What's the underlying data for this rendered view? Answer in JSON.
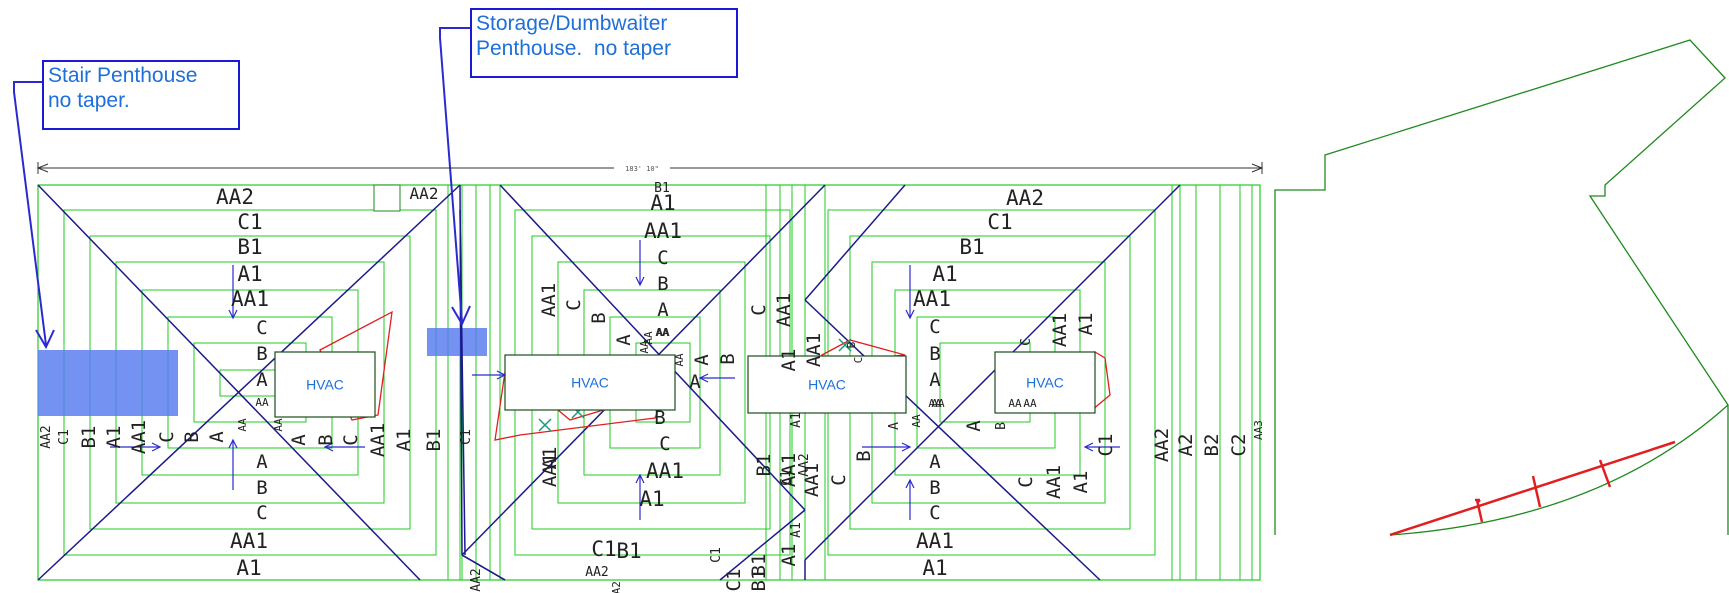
{
  "callouts": {
    "stair": "Stair Penthouse\nno taper.",
    "storage": "Storage/Dumbwaiter\nPenthouse.  no taper"
  },
  "dimension_label": "183' 10\"",
  "hvac_label": "HVAC",
  "colors": {
    "grid": "#22cc22",
    "hip": "#1a1a8c",
    "arrow": "#2a2ad0",
    "penthouse_fill": "#5b7ff0",
    "cricket": "#e02020",
    "drain": "#1a9a7a",
    "outline": "#1f8a1f",
    "hvac_text": "#1e6fd9"
  },
  "labels": [
    {
      "t": "AA2",
      "s": 21
    },
    {
      "t": "C1",
      "s": 21
    },
    {
      "t": "B1",
      "s": 21
    },
    {
      "t": "A1",
      "s": 21
    },
    {
      "t": "AA1",
      "s": 21
    },
    {
      "t": "C",
      "s": 19
    },
    {
      "t": "B",
      "s": 19
    },
    {
      "t": "A",
      "s": 19
    },
    {
      "t": "AA",
      "s": 11
    },
    {
      "t": "A",
      "s": 19
    },
    {
      "t": "B",
      "s": 19
    },
    {
      "t": "C",
      "s": 19
    },
    {
      "t": "AA1",
      "s": 21
    },
    {
      "t": "A1",
      "s": 21
    },
    {
      "t": "AA2",
      "s": 16
    },
    {
      "t": "AA2",
      "s": 13
    },
    {
      "t": "C1",
      "s": 13
    },
    {
      "t": "B1",
      "s": 19
    },
    {
      "t": "A1",
      "s": 19
    },
    {
      "t": "AA1",
      "s": 19
    },
    {
      "t": "C",
      "s": 19
    },
    {
      "t": "B",
      "s": 19
    },
    {
      "t": "A",
      "s": 19
    },
    {
      "t": "AA",
      "s": 11
    },
    {
      "t": "AA",
      "s": 11
    },
    {
      "t": "A",
      "s": 19
    },
    {
      "t": "B",
      "s": 19
    },
    {
      "t": "C",
      "s": 19
    },
    {
      "t": "AA1",
      "s": 19
    },
    {
      "t": "A1",
      "s": 19
    },
    {
      "t": "B1",
      "s": 19
    },
    {
      "t": "C1",
      "s": 13
    },
    {
      "t": "B1",
      "s": 13
    },
    {
      "t": "A1",
      "s": 21
    },
    {
      "t": "AA1",
      "s": 21
    },
    {
      "t": "C",
      "s": 19
    },
    {
      "t": "B",
      "s": 19
    },
    {
      "t": "A",
      "s": 19
    },
    {
      "t": "AA",
      "s": 11
    },
    {
      "t": "A",
      "s": 19
    },
    {
      "t": "B",
      "s": 19
    },
    {
      "t": "C",
      "s": 19
    },
    {
      "t": "AA1",
      "s": 21
    },
    {
      "t": "A1",
      "s": 21
    },
    {
      "t": "B1",
      "s": 21
    },
    {
      "t": "C1",
      "s": 21
    },
    {
      "t": "AA2",
      "s": 13
    },
    {
      "t": "AA1",
      "s": 19
    },
    {
      "t": "C",
      "s": 19
    },
    {
      "t": "B",
      "s": 19
    },
    {
      "t": "A",
      "s": 19
    },
    {
      "t": "AA",
      "s": 11
    },
    {
      "t": "A",
      "s": 19
    },
    {
      "t": "B",
      "s": 19
    },
    {
      "t": "C",
      "s": 19
    },
    {
      "t": "AA1",
      "s": 19
    },
    {
      "t": "AA",
      "s": 11
    },
    {
      "t": "AA",
      "s": 11
    },
    {
      "t": "AA1",
      "s": 19
    },
    {
      "t": "A1",
      "s": 19
    },
    {
      "t": "B1",
      "s": 19
    },
    {
      "t": "C1",
      "s": 13
    },
    {
      "t": "AA2",
      "s": 13
    },
    {
      "t": "A1",
      "s": 19
    },
    {
      "t": "AA1",
      "s": 19
    },
    {
      "t": "A1",
      "s": 13
    },
    {
      "t": "AA1",
      "s": 19
    },
    {
      "t": "A1",
      "s": 13
    },
    {
      "t": "A1",
      "s": 19
    },
    {
      "t": "B1",
      "s": 19
    },
    {
      "t": "C1",
      "s": 19
    },
    {
      "t": "AA2",
      "s": 13
    },
    {
      "t": "C1",
      "s": 13
    },
    {
      "t": "B1",
      "s": 19
    },
    {
      "t": "AA2",
      "s": 21
    },
    {
      "t": "C1",
      "s": 21
    },
    {
      "t": "B1",
      "s": 21
    },
    {
      "t": "A1",
      "s": 21
    },
    {
      "t": "AA1",
      "s": 21
    },
    {
      "t": "C",
      "s": 19
    },
    {
      "t": "B",
      "s": 19
    },
    {
      "t": "A",
      "s": 19
    },
    {
      "t": "AA",
      "s": 11
    },
    {
      "t": "A",
      "s": 19
    },
    {
      "t": "B",
      "s": 19
    },
    {
      "t": "C",
      "s": 19
    },
    {
      "t": "AA1",
      "s": 21
    },
    {
      "t": "A1",
      "s": 21
    },
    {
      "t": "AA1",
      "s": 19
    },
    {
      "t": "C",
      "s": 19
    },
    {
      "t": "B",
      "s": 19
    },
    {
      "t": "A",
      "s": 13
    },
    {
      "t": "AA",
      "s": 11
    },
    {
      "t": "A",
      "s": 19
    },
    {
      "t": "B",
      "s": 13
    },
    {
      "t": "C",
      "s": 19
    },
    {
      "t": "AA1",
      "s": 19
    },
    {
      "t": "A1",
      "s": 19
    },
    {
      "t": "C",
      "s": 13
    },
    {
      "t": "B",
      "s": 11
    },
    {
      "t": "C",
      "s": 11
    },
    {
      "t": "AA1",
      "s": 19
    },
    {
      "t": "A1",
      "s": 19
    },
    {
      "t": "C1",
      "s": 19
    },
    {
      "t": "AA2",
      "s": 19
    },
    {
      "t": "A2",
      "s": 19
    },
    {
      "t": "B2",
      "s": 19
    },
    {
      "t": "C2",
      "s": 19
    },
    {
      "t": "AA3",
      "s": 11
    },
    {
      "t": "AA2",
      "s": 11
    },
    {
      "t": "AA",
      "s": 11
    },
    {
      "t": "AA",
      "s": 11
    },
    {
      "t": "AA",
      "s": 11
    },
    {
      "t": "AA",
      "s": 11
    }
  ]
}
